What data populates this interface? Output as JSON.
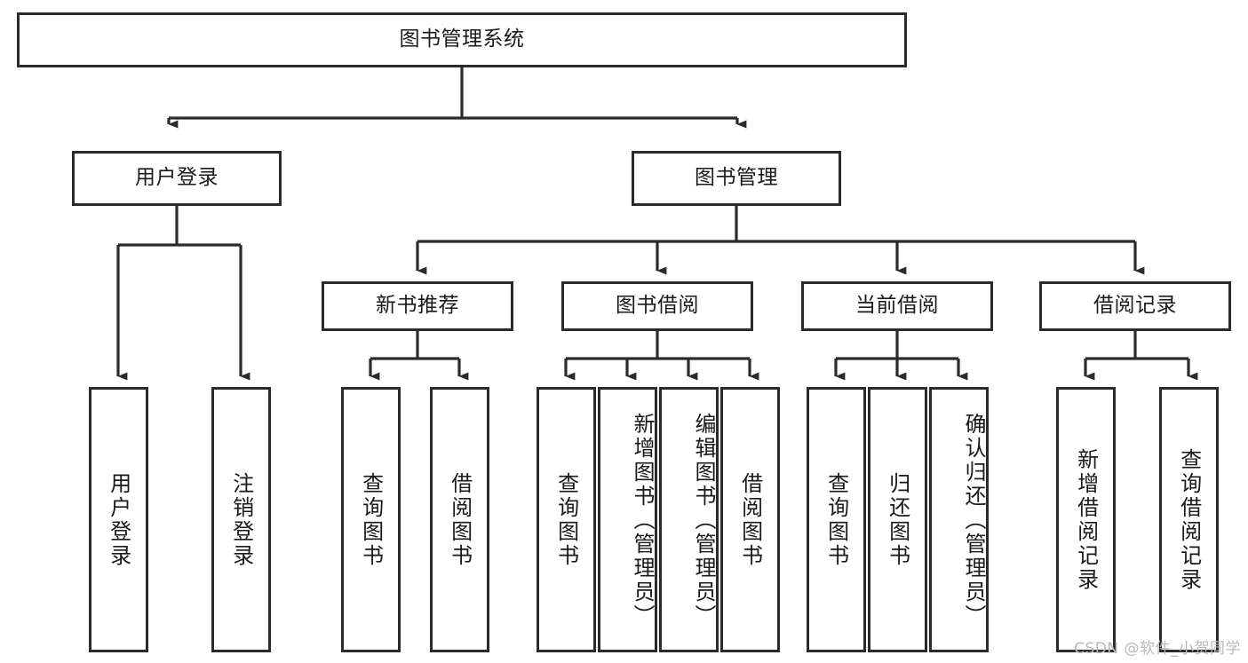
{
  "diagram": {
    "type": "tree-hierarchy-flowchart",
    "title": "图书管理系统",
    "watermark": "CSDN @软件_小贺同学",
    "colors": {
      "box_border": "#2b2b2b",
      "box_fill": "#ffffff",
      "connector": "#2b2b2b",
      "text": "#1a1a1a",
      "watermark": "#b9b9b9",
      "background": "#ffffff"
    },
    "levels": {
      "root": "图书管理系统",
      "level2": [
        "用户登录",
        "图书管理"
      ],
      "level3": [
        "新书推荐",
        "图书借阅",
        "当前借阅",
        "借阅记录"
      ]
    },
    "nodes": {
      "root": {
        "label": "图书管理系统"
      },
      "user_login": {
        "label": "用户登录"
      },
      "book_mgmt": {
        "label": "图书管理"
      },
      "new_book_rec": {
        "label": "新书推荐"
      },
      "book_borrow": {
        "label": "图书借阅"
      },
      "current_borrow": {
        "label": "当前借阅"
      },
      "borrow_record": {
        "label": "借阅记录"
      },
      "leaf_user_login": {
        "label": "用户登录"
      },
      "leaf_logout": {
        "label": "注销登录"
      },
      "leaf_query_book_1": {
        "label": "查询图书"
      },
      "leaf_borrow_book_1": {
        "label": "借阅图书"
      },
      "leaf_query_book_2": {
        "label": "查询图书"
      },
      "leaf_add_book": {
        "label": "新增图书（管理员）"
      },
      "leaf_edit_book": {
        "label": "编辑图书（管理员）"
      },
      "leaf_borrow_book_2": {
        "label": "借阅图书"
      },
      "leaf_query_book_3": {
        "label": "查询图书"
      },
      "leaf_return_book": {
        "label": "归还图书"
      },
      "leaf_confirm_return": {
        "label": "确认归还（管理员）"
      },
      "leaf_add_record": {
        "label": "新增借阅记录"
      },
      "leaf_query_record": {
        "label": "查询借阅记录"
      }
    },
    "edges": [
      {
        "from": "root",
        "to": "user_login"
      },
      {
        "from": "root",
        "to": "book_mgmt"
      },
      {
        "from": "user_login",
        "to": "leaf_user_login"
      },
      {
        "from": "user_login",
        "to": "leaf_logout"
      },
      {
        "from": "book_mgmt",
        "to": "new_book_rec"
      },
      {
        "from": "book_mgmt",
        "to": "book_borrow"
      },
      {
        "from": "book_mgmt",
        "to": "current_borrow"
      },
      {
        "from": "book_mgmt",
        "to": "borrow_record"
      },
      {
        "from": "new_book_rec",
        "to": "leaf_query_book_1"
      },
      {
        "from": "new_book_rec",
        "to": "leaf_borrow_book_1"
      },
      {
        "from": "book_borrow",
        "to": "leaf_query_book_2"
      },
      {
        "from": "book_borrow",
        "to": "leaf_add_book"
      },
      {
        "from": "book_borrow",
        "to": "leaf_edit_book"
      },
      {
        "from": "book_borrow",
        "to": "leaf_borrow_book_2"
      },
      {
        "from": "current_borrow",
        "to": "leaf_query_book_3"
      },
      {
        "from": "current_borrow",
        "to": "leaf_return_book"
      },
      {
        "from": "current_borrow",
        "to": "leaf_confirm_return"
      },
      {
        "from": "borrow_record",
        "to": "leaf_add_record"
      },
      {
        "from": "borrow_record",
        "to": "leaf_query_record"
      }
    ]
  }
}
